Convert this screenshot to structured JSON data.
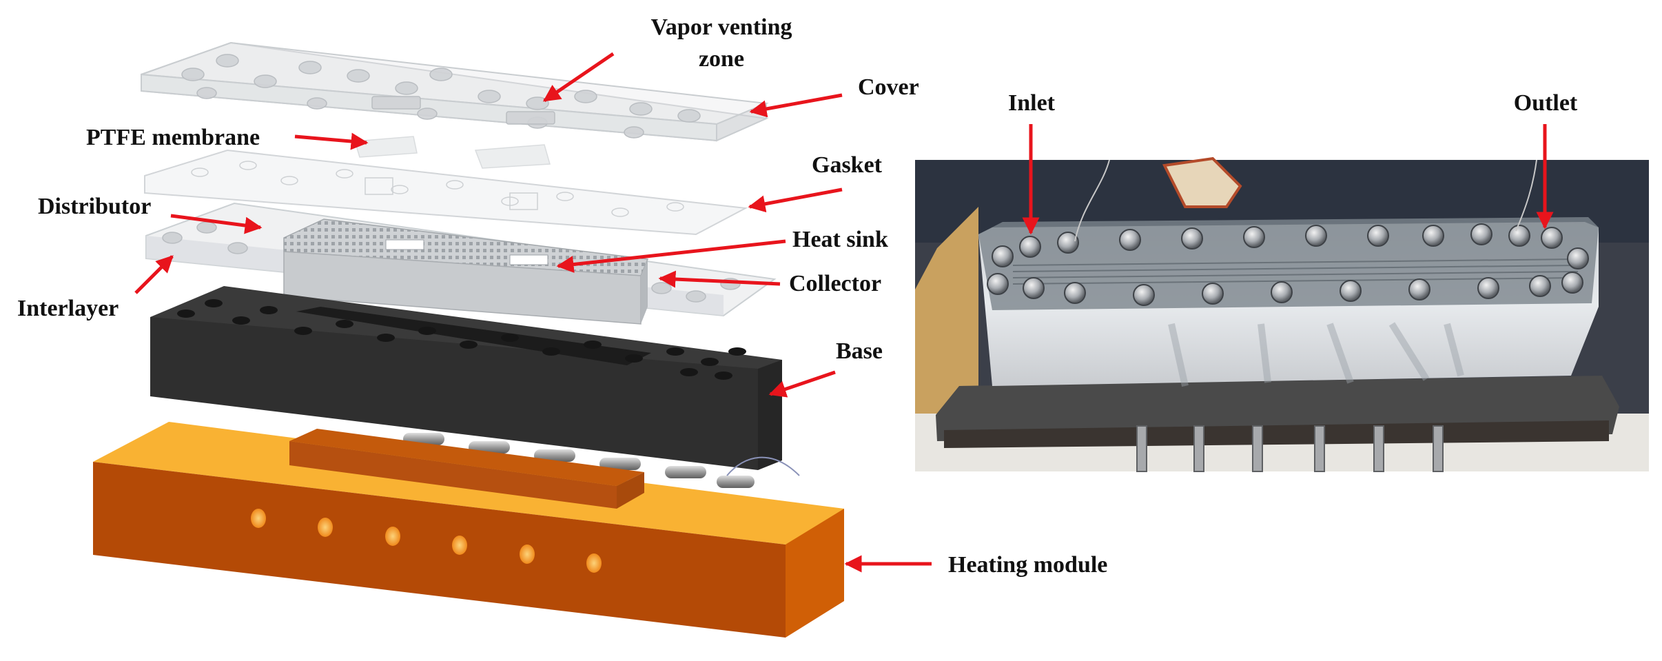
{
  "labels": {
    "vapor_venting_zone_line1": "Vapor venting",
    "vapor_venting_zone_line2": "zone",
    "cover": "Cover",
    "ptfe_membrane": "PTFE membrane",
    "gasket": "Gasket",
    "distributor": "Distributor",
    "heat_sink": "Heat sink",
    "interlayer": "Interlayer",
    "collector": "Collector",
    "base": "Base",
    "heating_module": "Heating module",
    "inlet": "Inlet",
    "outlet": "Outlet"
  },
  "colors": {
    "arrow": "#e8141c",
    "base_top": "#3a3a3a",
    "base_front": "#2f2f2f",
    "base_side": "#262626",
    "heater_top": "#f9b233",
    "heater_front": "#b44a06",
    "heater_side": "#d05f06",
    "rail_top": "#c45a0c",
    "rail_front": "#b65010",
    "transparent_layer": "#e4e6e8",
    "photo_bg": "#3b3f49",
    "photo_body": "#dadde1",
    "photo_plate": "#4a4a4a"
  },
  "icons": [
    "arrow-icon",
    "screw-icon",
    "pipe-icon"
  ]
}
